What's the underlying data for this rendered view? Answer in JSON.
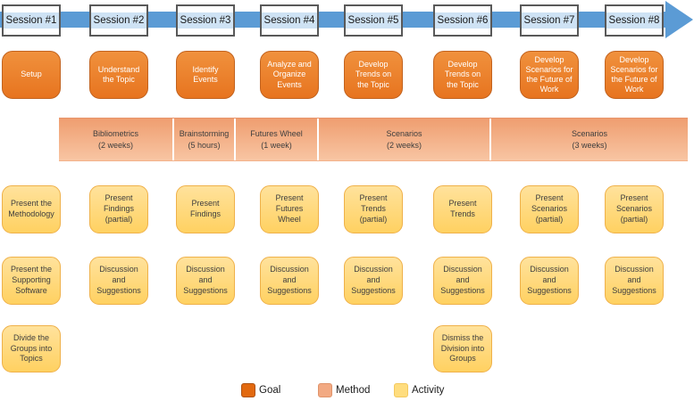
{
  "sessions": [
    {
      "label": "Session #1"
    },
    {
      "label": "Session #2"
    },
    {
      "label": "Session #3"
    },
    {
      "label": "Session #4"
    },
    {
      "label": "Session #5"
    },
    {
      "label": "Session #6"
    },
    {
      "label": "Session #7"
    },
    {
      "label": "Session #8"
    }
  ],
  "goals": [
    {
      "label": "Setup"
    },
    {
      "label": "Understand\nthe Topic"
    },
    {
      "label": "Identify\nEvents"
    },
    {
      "label": "Analyze and\nOrganize\nEvents"
    },
    {
      "label": "Develop\nTrends on\nthe Topic"
    },
    {
      "label": "Develop\nTrends on\nthe Topic"
    },
    {
      "label": "Develop\nScenarios for\nthe Future of\nWork"
    },
    {
      "label": "Develop\nScenarios for\nthe Future of\nWork"
    }
  ],
  "methods": [
    {
      "name": "Bibliometrics",
      "duration": "(2 weeks)"
    },
    {
      "name": "Brainstorming",
      "duration": "(5 hours)"
    },
    {
      "name": "Futures Wheel",
      "duration": "(1 week)"
    },
    {
      "name": "Scenarios",
      "duration": "(2 weeks)"
    },
    {
      "name": "Scenarios",
      "duration": "(3 weeks)"
    }
  ],
  "activities": {
    "row1": [
      {
        "label": "Present the\nMethodology"
      },
      {
        "label": "Present\nFindings\n(partial)"
      },
      {
        "label": "Present\nFindings"
      },
      {
        "label": "Present\nFutures\nWheel"
      },
      {
        "label": "Present\nTrends\n(partial)"
      },
      {
        "label": "Present\nTrends"
      },
      {
        "label": "Present\nScenarios\n(partial)"
      },
      {
        "label": "Present\nScenarios\n(partial)"
      }
    ],
    "row2": [
      {
        "label": "Present the\nSupporting\nSoftware"
      },
      {
        "label": "Discussion\nand\nSuggestions"
      },
      {
        "label": "Discussion\nand\nSuggestions"
      },
      {
        "label": "Discussion\nand\nSuggestions"
      },
      {
        "label": "Discussion\nand\nSuggestions"
      },
      {
        "label": "Discussion\nand\nSuggestions"
      },
      {
        "label": "Discussion\nand\nSuggestions"
      },
      {
        "label": "Discussion\nand\nSuggestions"
      }
    ],
    "row3": [
      {
        "label": "Divide the\nGroups into\nTopics"
      },
      {
        "label": "Dismiss the\nDivision into\nGroups"
      }
    ]
  },
  "legend": {
    "items": [
      {
        "label": "Goal",
        "color": "#E2690F"
      },
      {
        "label": "Method",
        "color": "#F2A982"
      },
      {
        "label": "Activity",
        "color": "#FFDD7E"
      }
    ]
  },
  "colors": {
    "arrow": "#5B9BD5",
    "goal_fill": "#E97B27",
    "method_fill": "#F4B183",
    "activity_fill": "#FFD966"
  }
}
